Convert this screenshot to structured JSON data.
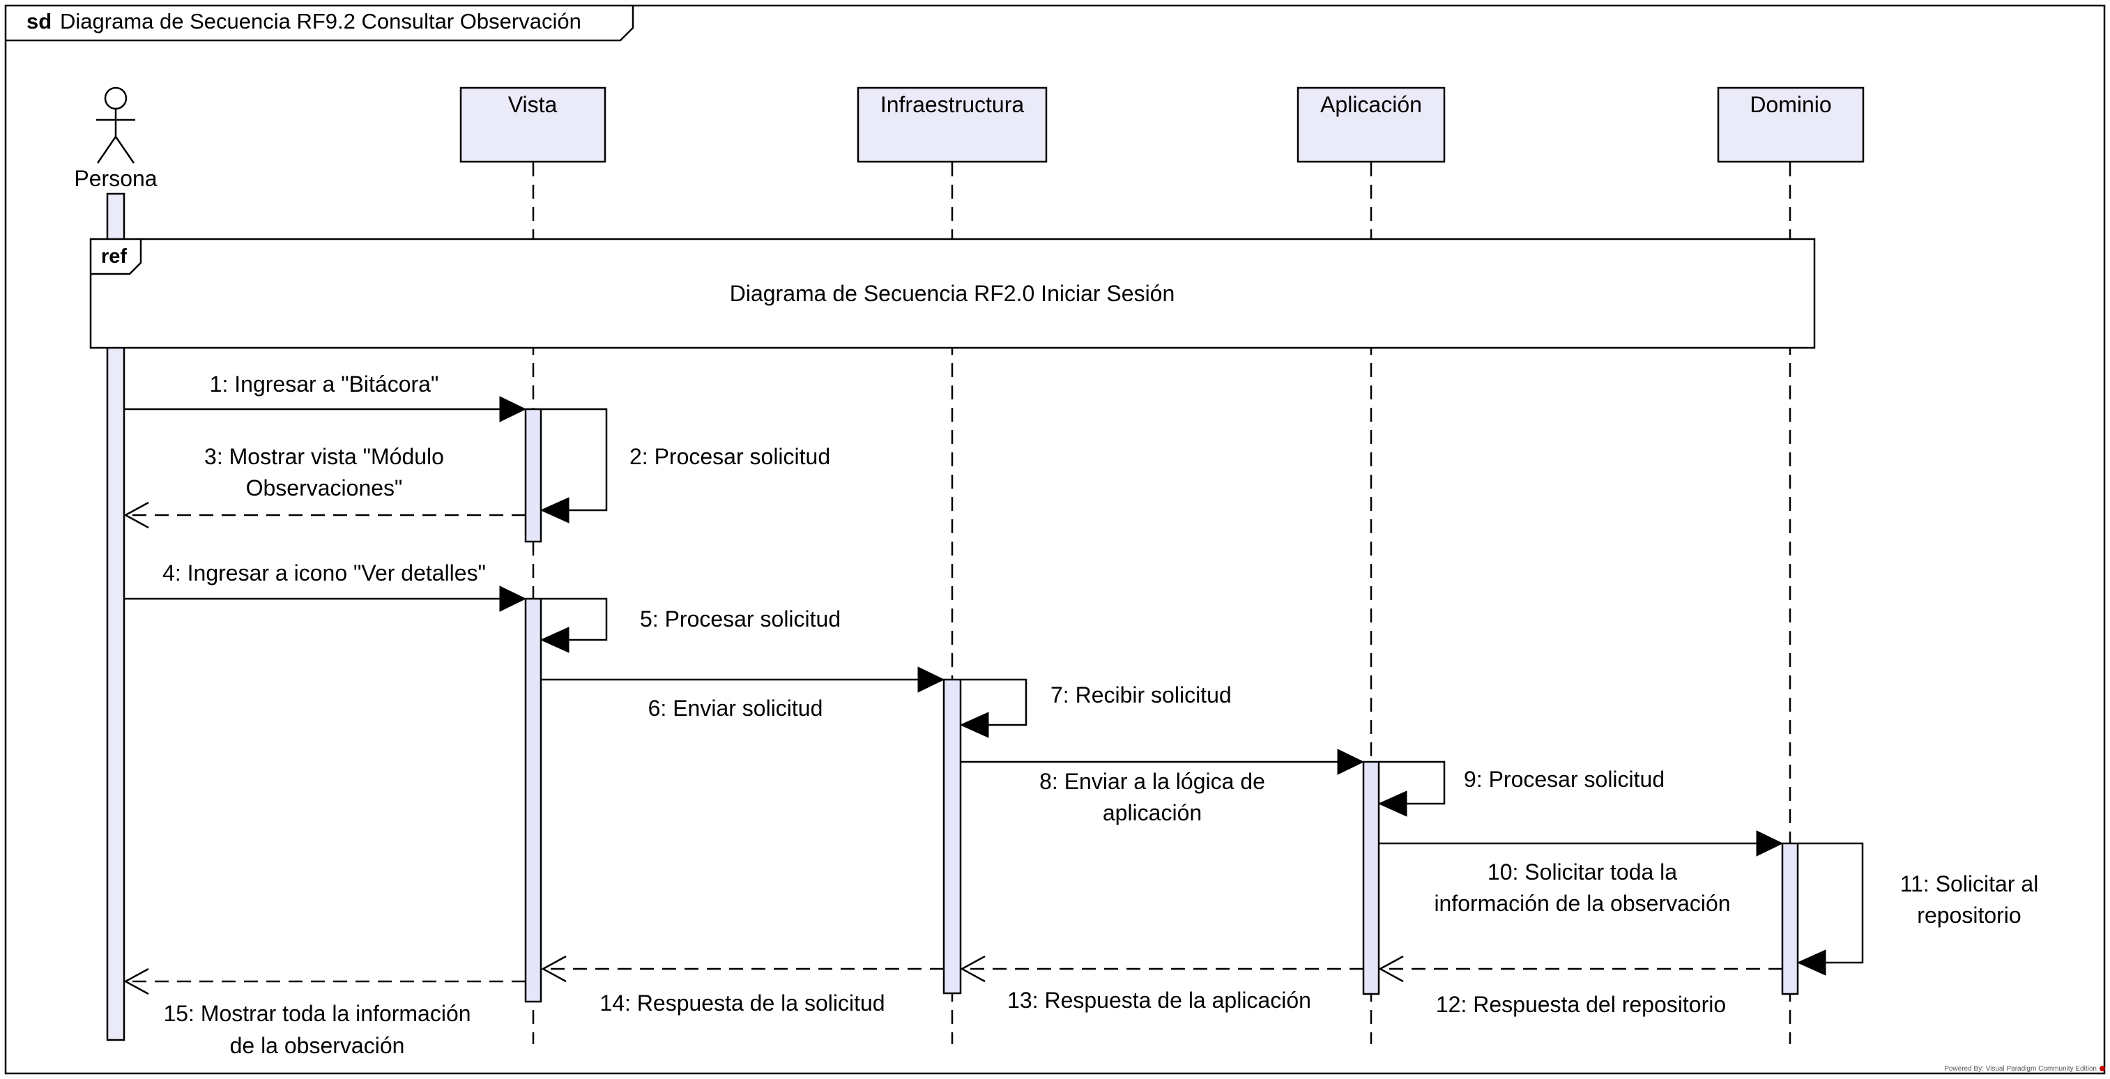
{
  "frame": {
    "keyword": "sd",
    "title": "Diagrama de Secuencia RF9.2 Consultar Observación"
  },
  "actor": {
    "name": "Persona"
  },
  "lifelines": [
    {
      "id": "vista",
      "name": "Vista"
    },
    {
      "id": "infra",
      "name": "Infraestructura"
    },
    {
      "id": "app",
      "name": "Aplicación"
    },
    {
      "id": "dom",
      "name": "Dominio"
    }
  ],
  "ref": {
    "keyword": "ref",
    "text": "Diagrama de Secuencia RF2.0 Iniciar Sesión"
  },
  "messages": [
    {
      "n": 1,
      "type": "sync",
      "lines": [
        "1: Ingresar a \"Bitácora\""
      ]
    },
    {
      "n": 2,
      "type": "self",
      "lines": [
        "2: Procesar solicitud"
      ]
    },
    {
      "n": 3,
      "type": "return",
      "lines": [
        "3: Mostrar vista \"Módulo",
        "Observaciones\""
      ]
    },
    {
      "n": 4,
      "type": "sync",
      "lines": [
        "4: Ingresar a icono \"Ver detalles\""
      ]
    },
    {
      "n": 5,
      "type": "self",
      "lines": [
        "5: Procesar solicitud"
      ]
    },
    {
      "n": 6,
      "type": "sync",
      "lines": [
        "6: Enviar solicitud"
      ]
    },
    {
      "n": 7,
      "type": "self",
      "lines": [
        "7: Recibir solicitud"
      ]
    },
    {
      "n": 8,
      "type": "sync",
      "lines": [
        "8: Enviar a la lógica de",
        "aplicación"
      ]
    },
    {
      "n": 9,
      "type": "self",
      "lines": [
        "9: Procesar solicitud"
      ]
    },
    {
      "n": 10,
      "type": "sync",
      "lines": [
        "10: Solicitar toda la",
        "información de la observación"
      ]
    },
    {
      "n": 11,
      "type": "self",
      "lines": [
        "11: Solicitar al",
        "repositorio"
      ]
    },
    {
      "n": 12,
      "type": "return",
      "lines": [
        "12: Respuesta del repositorio"
      ]
    },
    {
      "n": 13,
      "type": "return",
      "lines": [
        "13: Respuesta de la aplicación"
      ]
    },
    {
      "n": 14,
      "type": "return",
      "lines": [
        "14: Respuesta de la solicitud"
      ]
    },
    {
      "n": 15,
      "type": "return",
      "lines": [
        "15: Mostrar toda la información",
        "de la observación"
      ]
    }
  ],
  "footer": {
    "watermark": "Powered By: Visual Paradigm Community Edition"
  },
  "colors": {
    "lifeline_fill": "#eaeaf8",
    "activation_fill": "#e6e6fa",
    "stroke": "#000000",
    "watermark_dot": "#cc0000"
  }
}
